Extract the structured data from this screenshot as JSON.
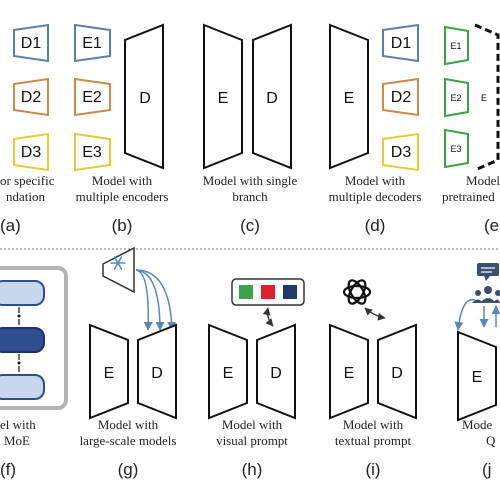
{
  "panels": {
    "a": {
      "label": "(a)",
      "caption_lines": [
        "or specific",
        "ndation"
      ],
      "decoders": [
        "D1",
        "D2",
        "D3"
      ]
    },
    "b": {
      "label": "(b)",
      "caption_lines": [
        "Model with",
        "multiple encoders"
      ],
      "encoders": [
        "E1",
        "E2",
        "E3"
      ],
      "decoder": "D"
    },
    "c": {
      "label": "(c)",
      "caption_lines": [
        "Model with  single",
        "branch"
      ],
      "encoder": "E",
      "decoder": "D"
    },
    "d": {
      "label": "(d)",
      "caption_lines": [
        "Model with",
        "multiple decoders"
      ],
      "encoder": "E",
      "decoders": [
        "D1",
        "D2",
        "D3"
      ]
    },
    "e": {
      "label": "(e",
      "caption_lines": [
        "Model",
        "pretrained"
      ],
      "encoders": [
        "E1",
        "E2",
        "E3"
      ],
      "encoder": "E"
    },
    "f": {
      "label": "(f)",
      "caption_lines": [
        "el with",
        "MoE"
      ]
    },
    "g": {
      "label": "(g)",
      "caption_lines": [
        "Model with",
        "large-scale models"
      ],
      "encoder": "E",
      "decoder": "D"
    },
    "h": {
      "label": "(h)",
      "caption_lines": [
        "Model with",
        "visual prompt"
      ],
      "encoder": "E",
      "decoder": "D"
    },
    "i": {
      "label": "(i)",
      "caption_lines": [
        "Model with",
        "textual prompt"
      ],
      "encoder": "E",
      "decoder": "D"
    },
    "j": {
      "label": "(j",
      "caption_lines": [
        "Mode",
        "Q"
      ],
      "encoder": "E"
    }
  },
  "colors": {
    "d1": "#5b7fa8",
    "d2": "#c98a4a",
    "d3": "#e3cc3a",
    "prompt_green": "#3da349",
    "prompt_red": "#e0202a",
    "prompt_navy": "#1f3a68",
    "moe_light": "#c8d6ee",
    "moe_dark": "#2d4f91",
    "arrow_blue": "#5a85b8"
  },
  "icons": [
    "snowflake-icon",
    "openai-logo-icon",
    "chat-icon",
    "users-icon"
  ]
}
